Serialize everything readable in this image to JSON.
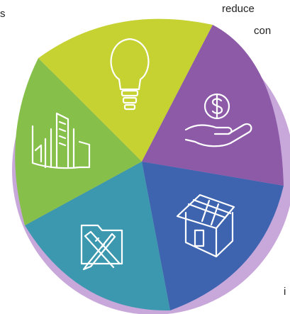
{
  "text_fragments": {
    "left": "s",
    "top_right": "reduce",
    "right": "con",
    "bottom_right": "i"
  },
  "segments": [
    {
      "name": "lightbulb",
      "color": "#C6D232",
      "icon": "lightbulb-icon"
    },
    {
      "name": "money",
      "color": "#8D5AA8",
      "icon": "hand-dollar-icon"
    },
    {
      "name": "solar-house",
      "color": "#3E64B0",
      "icon": "solar-house-icon"
    },
    {
      "name": "design",
      "color": "#3C98AE",
      "icon": "design-folder-icon"
    },
    {
      "name": "buildings",
      "color": "#86BF4A",
      "icon": "buildings-icon"
    }
  ]
}
